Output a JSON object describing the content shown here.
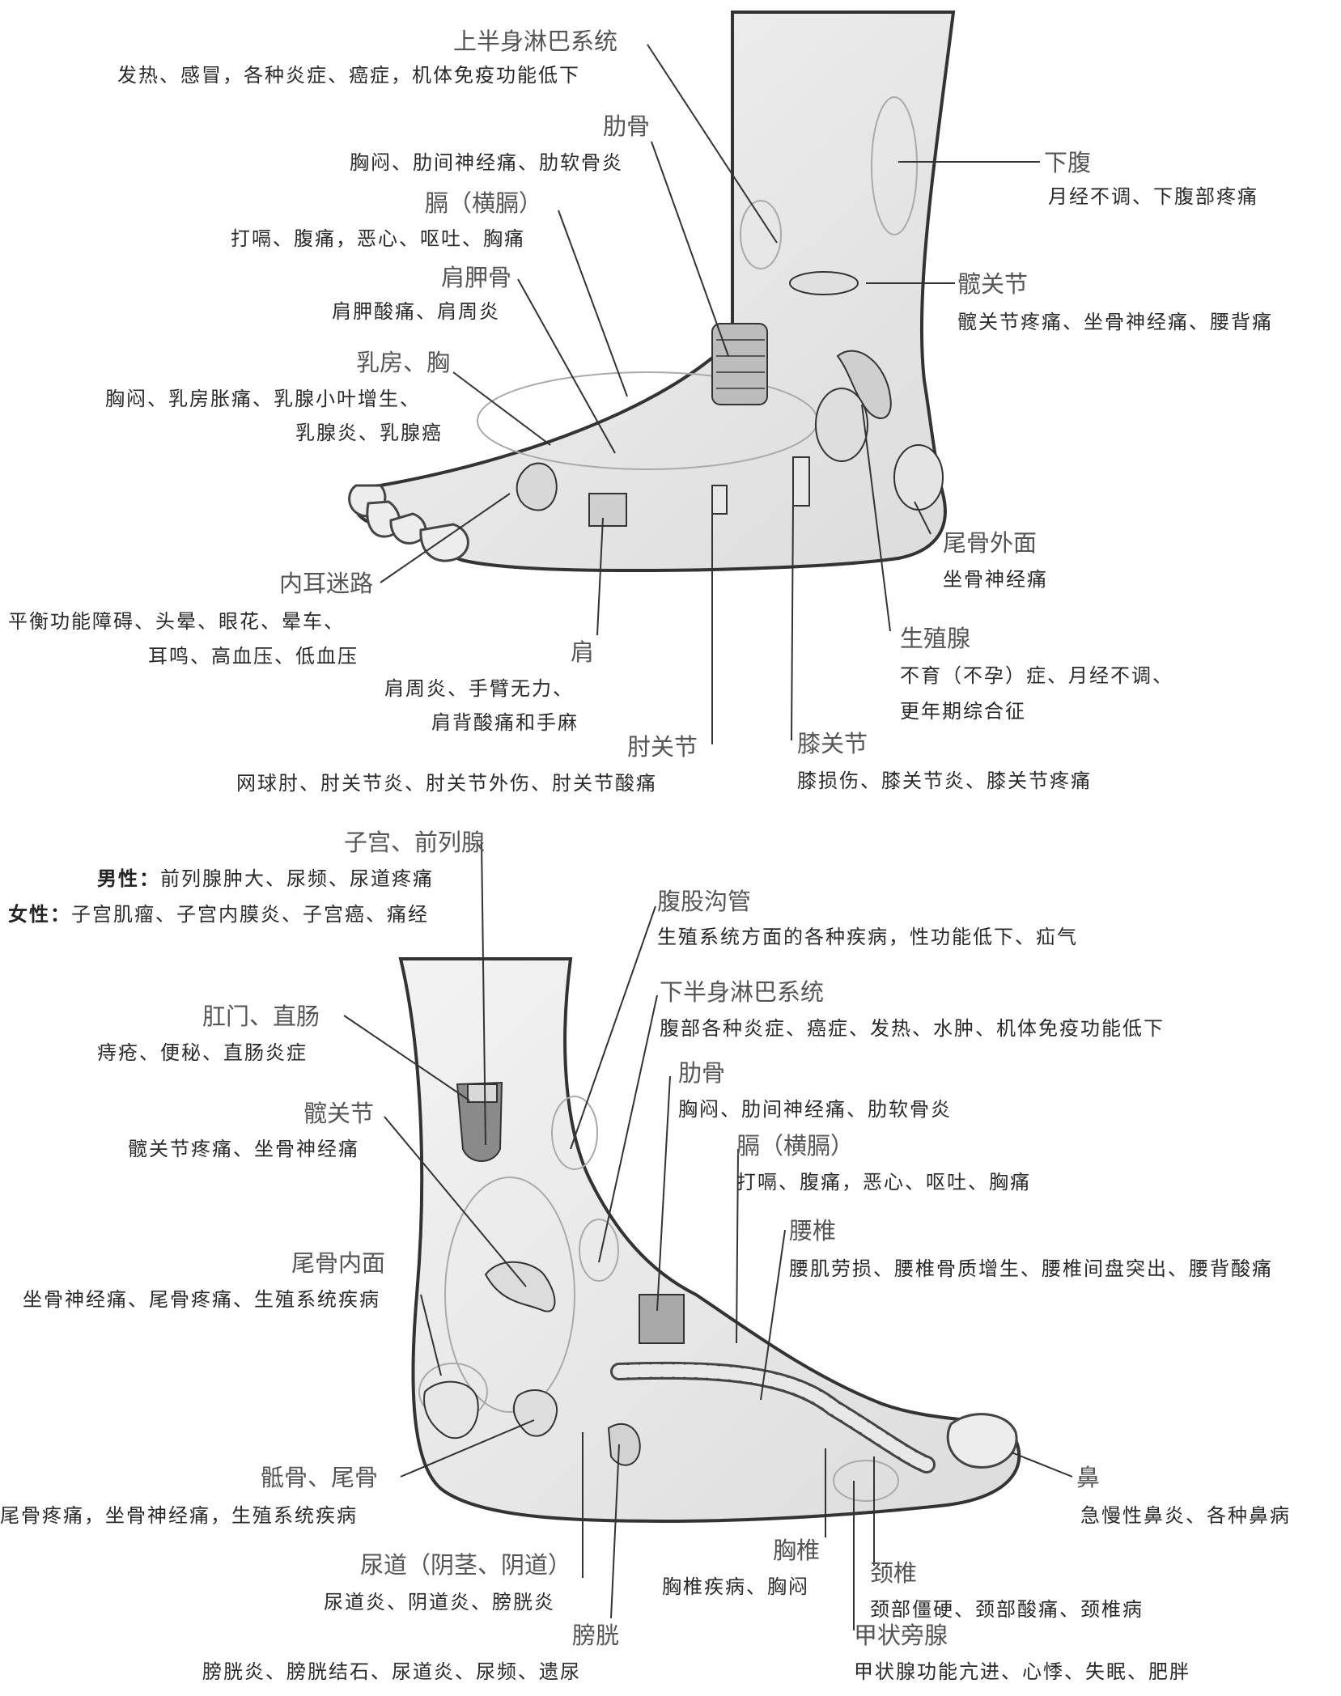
{
  "top": {
    "upper_lymph": {
      "title": "上半身淋巴系统",
      "desc": "发热、感冒，各种炎症、癌症，机体免疫功能低下"
    },
    "rib": {
      "title": "肋骨",
      "desc": "胸闷、肋间神经痛、肋软骨炎"
    },
    "diaphragm": {
      "title": "膈（横膈）",
      "desc": "打嗝、腹痛，恶心、呕吐、胸痛"
    },
    "scapula": {
      "title": "肩胛骨",
      "desc": "肩胛酸痛、肩周炎"
    },
    "breast": {
      "title": "乳房、胸",
      "desc1": "胸闷、乳房胀痛、乳腺小叶增生、",
      "desc2": "乳腺炎、乳腺癌"
    },
    "inner_ear": {
      "title": "内耳迷路",
      "desc1": "平衡功能障碍、头晕、眼花、晕车、",
      "desc2": "耳鸣、高血压、低血压"
    },
    "shoulder": {
      "title": "肩",
      "desc1": "肩周炎、手臂无力、",
      "desc2": "肩背酸痛和手麻"
    },
    "elbow": {
      "title": "肘关节",
      "desc": "网球肘、肘关节炎、肘关节外伤、肘关节酸痛"
    },
    "knee": {
      "title": "膝关节",
      "desc": "膝损伤、膝关节炎、膝关节疼痛"
    },
    "gonad": {
      "title": "生殖腺",
      "desc1": "不育（不孕）症、月经不调、",
      "desc2": "更年期综合征"
    },
    "coccyx_outer": {
      "title": "尾骨外面",
      "desc": "坐骨神经痛"
    },
    "hip": {
      "title": "髋关节",
      "desc": "髋关节疼痛、坐骨神经痛、腰背痛"
    },
    "lower_abdomen": {
      "title": "下腹",
      "desc": "月经不调、下腹部疼痛"
    }
  },
  "bottom": {
    "uterus": {
      "title": "子宫、前列腺",
      "male_label": "男性：",
      "male_desc": "前列腺肿大、尿频、尿道疼痛",
      "female_label": "女性：",
      "female_desc": "子宫肌瘤、子宫内膜炎、子宫癌、痛经"
    },
    "inguinal": {
      "title": "腹股沟管",
      "desc": "生殖系统方面的各种疾病，性功能低下、疝气"
    },
    "lower_lymph": {
      "title": "下半身淋巴系统",
      "desc": "腹部各种炎症、癌症、发热、水肿、机体免疫功能低下"
    },
    "anus": {
      "title": "肛门、直肠",
      "desc": "痔疮、便秘、直肠炎症"
    },
    "hip": {
      "title": "髋关节",
      "desc": "髋关节疼痛、坐骨神经痛"
    },
    "rib": {
      "title": "肋骨",
      "desc": "胸闷、肋间神经痛、肋软骨炎"
    },
    "diaphragm": {
      "title": "膈（横膈）",
      "desc": "打嗝、腹痛，恶心、呕吐、胸痛"
    },
    "lumbar": {
      "title": "腰椎",
      "desc": "腰肌劳损、腰椎骨质增生、腰椎间盘突出、腰背酸痛"
    },
    "coccyx_inner": {
      "title": "尾骨内面",
      "desc": "坐骨神经痛、尾骨疼痛、生殖系统疾病"
    },
    "sacrum": {
      "title": "骶骨、尾骨",
      "desc": "尾骨疼痛，坐骨神经痛，生殖系统疾病"
    },
    "nose": {
      "title": "鼻",
      "desc": "急慢性鼻炎、各种鼻病"
    },
    "thoracic": {
      "title": "胸椎",
      "desc": "胸椎疾病、胸闷"
    },
    "cervical": {
      "title": "颈椎",
      "desc": "颈部僵硬、颈部酸痛、颈椎病"
    },
    "urethra": {
      "title": "尿道（阴茎、阴道）",
      "desc": "尿道炎、阴道炎、膀胱炎"
    },
    "bladder": {
      "title": "膀胱",
      "desc": "膀胱炎、膀胱结石、尿道炎、尿频、遗尿"
    },
    "parathyroid": {
      "title": "甲状旁腺",
      "desc": "甲状腺功能亢进、心悸、失眠、肥胖"
    }
  }
}
